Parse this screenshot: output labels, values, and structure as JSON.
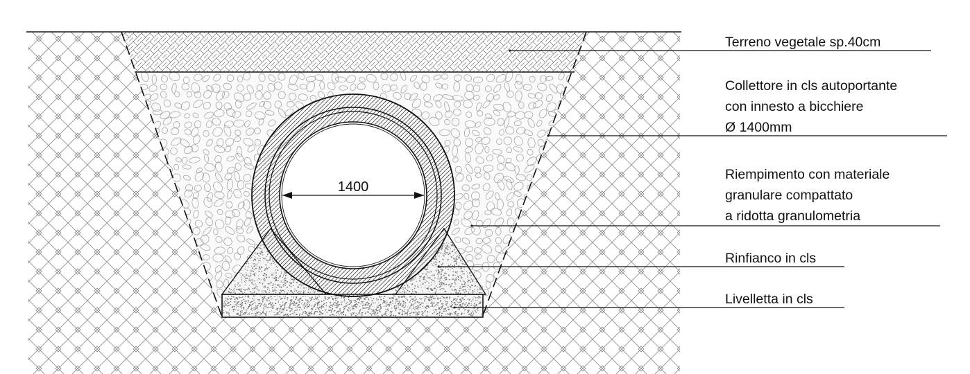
{
  "diagram": {
    "dimension_label": "1400",
    "labels": [
      {
        "id": "terreno",
        "lines": [
          "Terreno vegetale sp.40cm"
        ]
      },
      {
        "id": "collettore",
        "lines": [
          "Collettore in cls autoportante",
          "con innesto a bicchiere",
          "Ø 1400mm"
        ]
      },
      {
        "id": "riempimento",
        "lines": [
          "Riempimento con materiale",
          "granulare compattato",
          "a ridotta granulometria"
        ]
      },
      {
        "id": "rinfianco",
        "lines": [
          "Rinfianco in cls"
        ]
      },
      {
        "id": "livelletta",
        "lines": [
          "Livelletta in cls"
        ]
      }
    ],
    "colors": {
      "line": "#111111",
      "hatch": "#8a8a8a",
      "gravel": "#9a9a9a",
      "concrete_dots": "#777777"
    }
  }
}
